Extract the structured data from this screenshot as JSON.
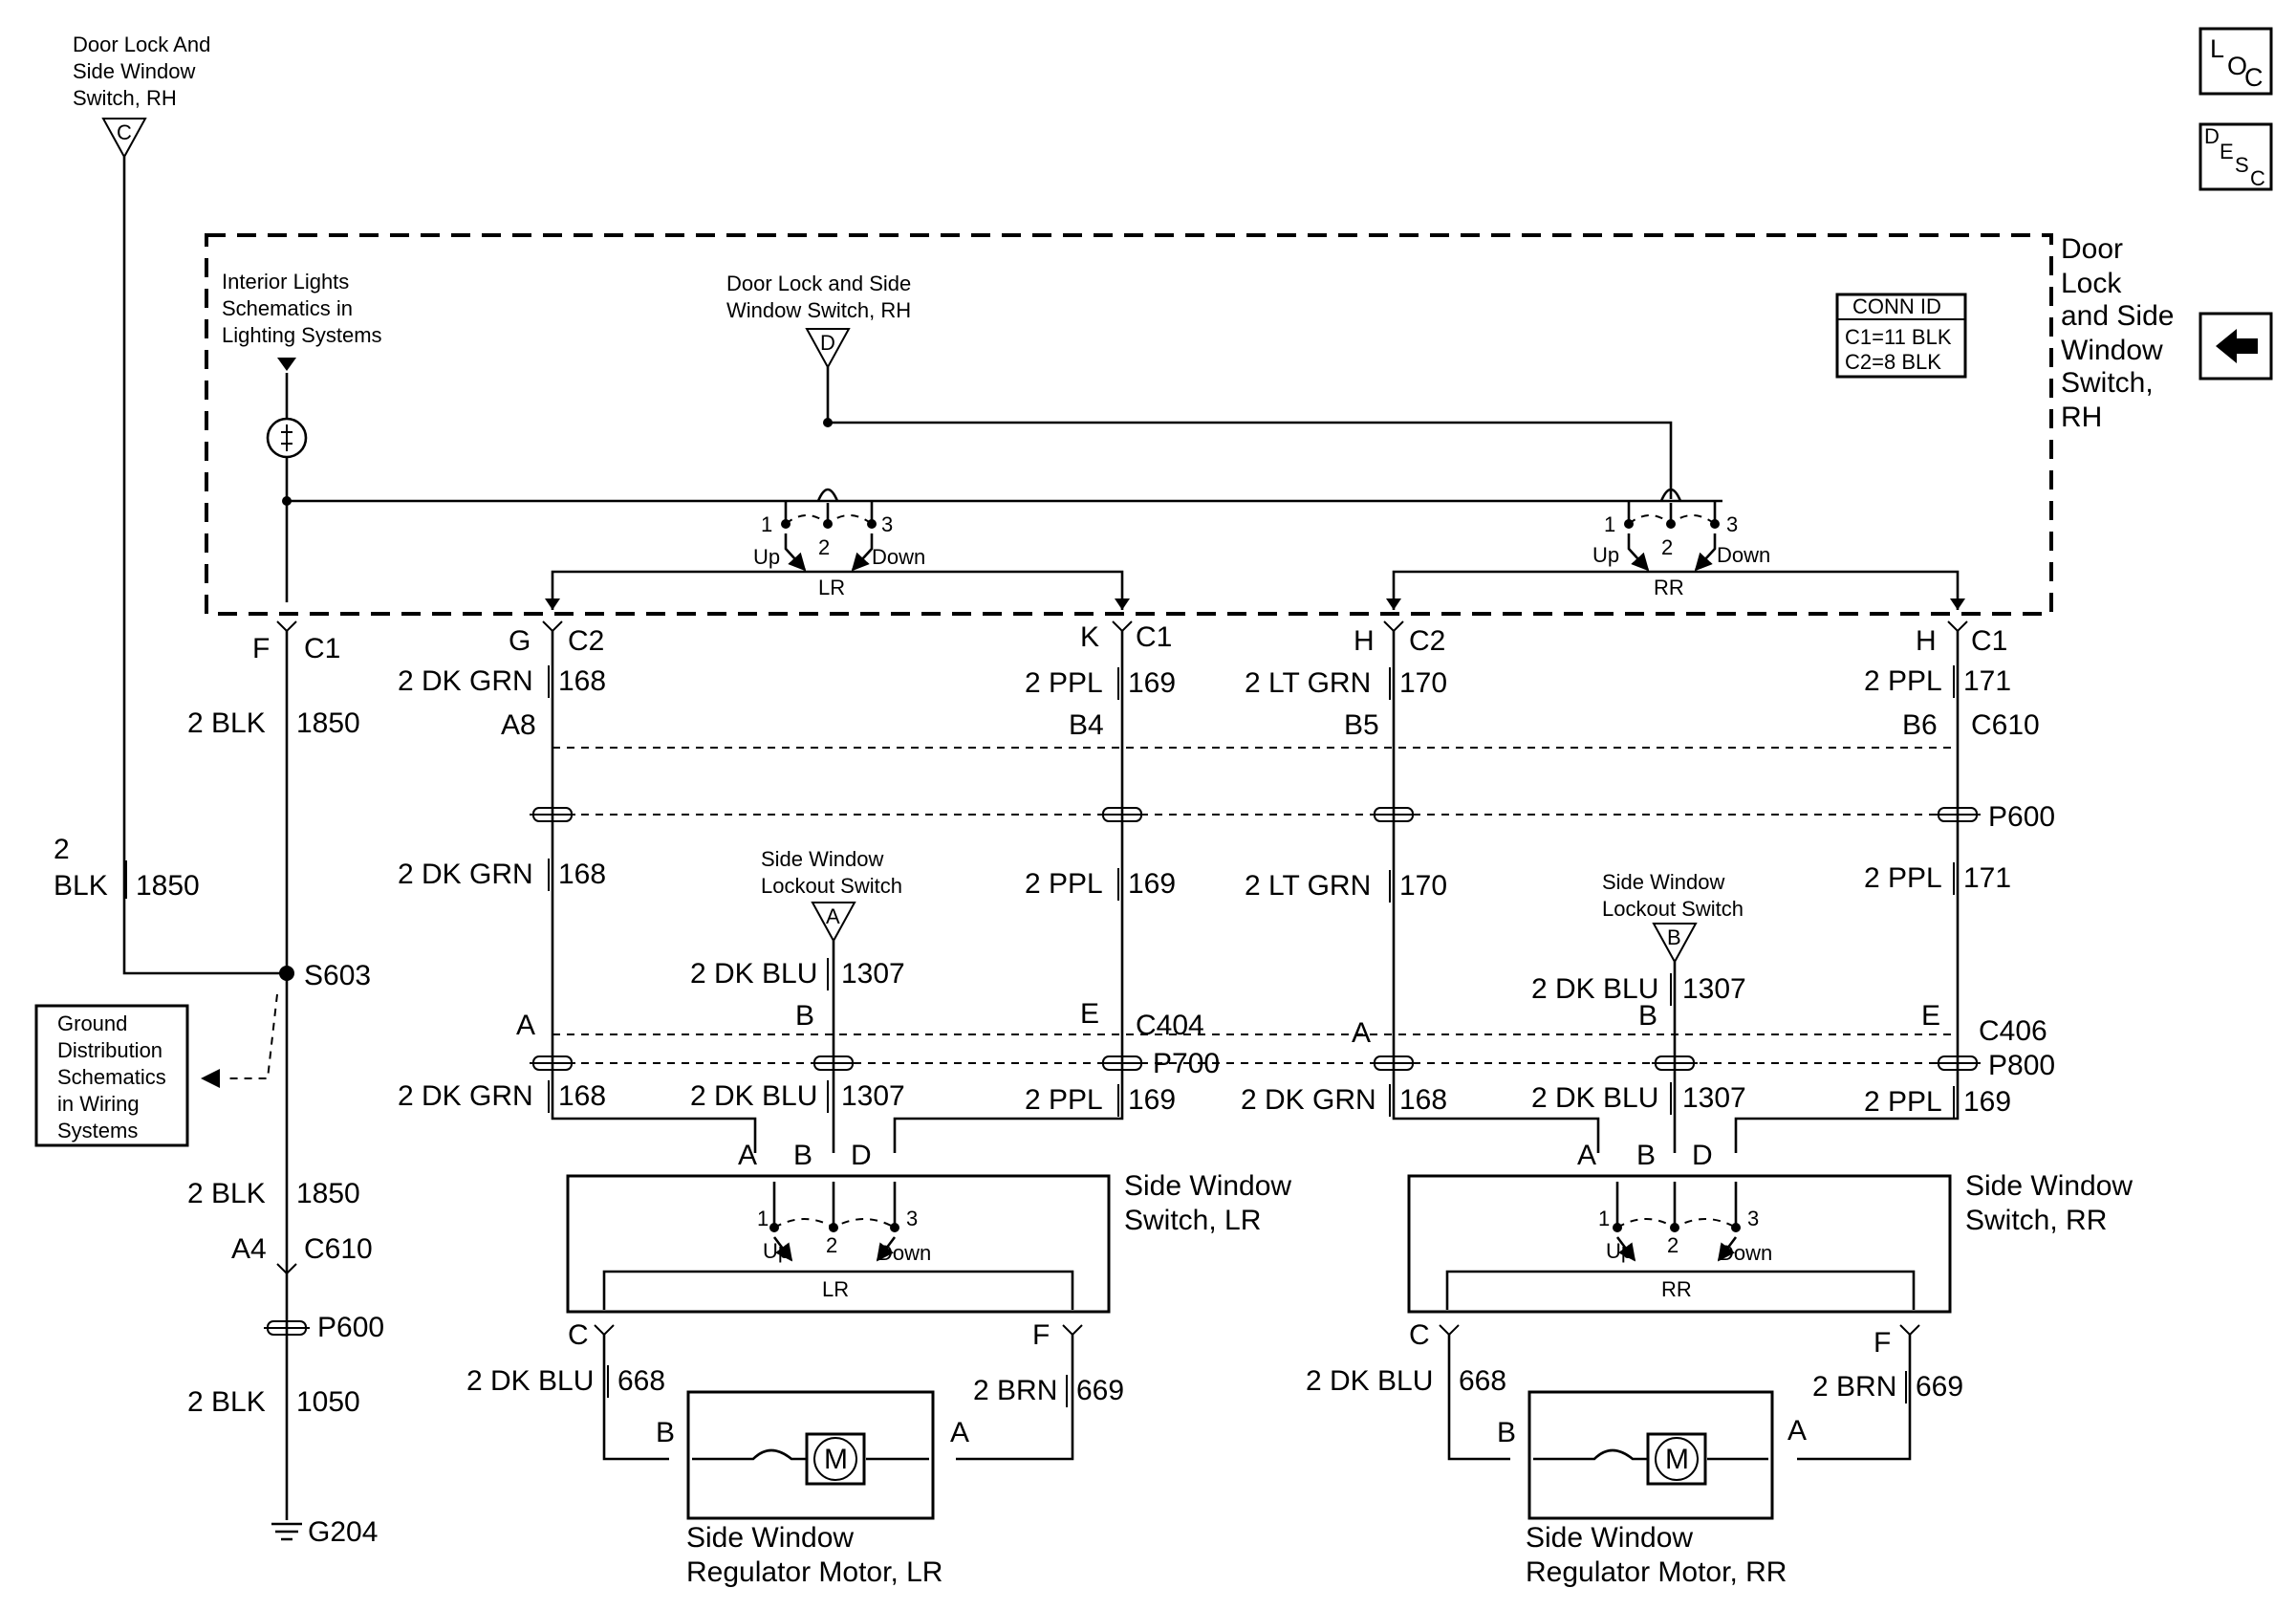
{
  "nav": {
    "loc": [
      "L",
      "O",
      "C"
    ],
    "desc": [
      "D",
      "E",
      "S",
      "C"
    ],
    "back_icon": "arrow-left-icon"
  },
  "top": {
    "rh_switch_ref": [
      "Door Lock And",
      "Side Window",
      "Switch, RH"
    ],
    "rh_switch_ref_letter": "C",
    "interior_lights_ref": [
      "Interior Lights",
      "Schematics in",
      "Lighting Systems"
    ],
    "door_lock_ref_d": [
      "Door Lock and Side",
      "Window Switch, RH"
    ],
    "door_lock_ref_d_letter": "D",
    "conn_id": {
      "title": "CONN ID",
      "c1": "C1=11 BLK",
      "c2": "C2=8 BLK"
    },
    "component_title": [
      "Door",
      "Lock",
      "and Side",
      "Window",
      "Switch,",
      "RH"
    ]
  },
  "switch_labels": {
    "p1": "1",
    "p2": "2",
    "p3": "3",
    "up": "Up",
    "down": "Down",
    "lr": "LR",
    "rr": "RR"
  },
  "ground_path": {
    "pin_f": "F",
    "c1": "C1",
    "w1_color": "2 BLK",
    "w1_num": "1850",
    "left_color_a": "2",
    "left_color_b": "BLK",
    "left_num": "1850",
    "splice": "S603",
    "ground_dist": [
      "Ground",
      "Distribution",
      "Schematics",
      "in Wiring",
      "Systems"
    ],
    "w2_color": "2 BLK",
    "w2_num": "1850",
    "a4": "A4",
    "c610": "C610",
    "p600": "P600",
    "w3_color": "2 BLK",
    "w3_num": "1050",
    "ground": "G204"
  },
  "lr": {
    "g": "G",
    "c2": "C2",
    "k": "K",
    "c1": "C1",
    "w168_color": "2 DK GRN",
    "w168_num": "168",
    "w169_color": "2 PPL",
    "w169_num": "169",
    "a8": "A8",
    "b4": "B4",
    "lockout": [
      "Side Window",
      "Lockout Switch"
    ],
    "lockout_letter": "A",
    "w1307_color": "2 DK BLU",
    "w1307_num": "1307",
    "a": "A",
    "b": "B",
    "e": "E",
    "c404": "C404",
    "p700": "P700",
    "d": "D",
    "pc": "C",
    "pf": "F",
    "switch_name": [
      "Side Window",
      "Switch, LR"
    ],
    "w668_color": "2 DK BLU",
    "w668_num": "668",
    "w669_color": "2 BRN",
    "w669_num": "669",
    "motor_name": [
      "Side Window",
      "Regulator Motor, LR"
    ],
    "motor": "M"
  },
  "rr": {
    "h1": "H",
    "c2": "C2",
    "h2": "H",
    "c1": "C1",
    "w170_color": "2 LT GRN",
    "w170_num": "170",
    "w171_color": "2 PPL",
    "w171_num": "171",
    "b5": "B5",
    "b6": "B6",
    "c610": "C610",
    "p600": "P600",
    "lockout": [
      "Side Window",
      "Lockout Switch"
    ],
    "lockout_letter": "B",
    "w1307_color": "2 DK BLU",
    "w1307_num": "1307",
    "a": "A",
    "b": "B",
    "e": "E",
    "c406": "C406",
    "p800": "P800",
    "w168_color": "2 DK GRN",
    "w168_num": "168",
    "w169_color": "2 PPL",
    "w169_num": "169",
    "d": "D",
    "pc": "C",
    "pf": "F",
    "switch_name": [
      "Side Window",
      "Switch, RR"
    ],
    "w668_color": "2 DK BLU",
    "w668_num": "668",
    "w669_color": "2 BRN",
    "w669_num": "669",
    "motor_name": [
      "Side Window",
      "Regulator Motor, RR"
    ],
    "motor": "M"
  }
}
